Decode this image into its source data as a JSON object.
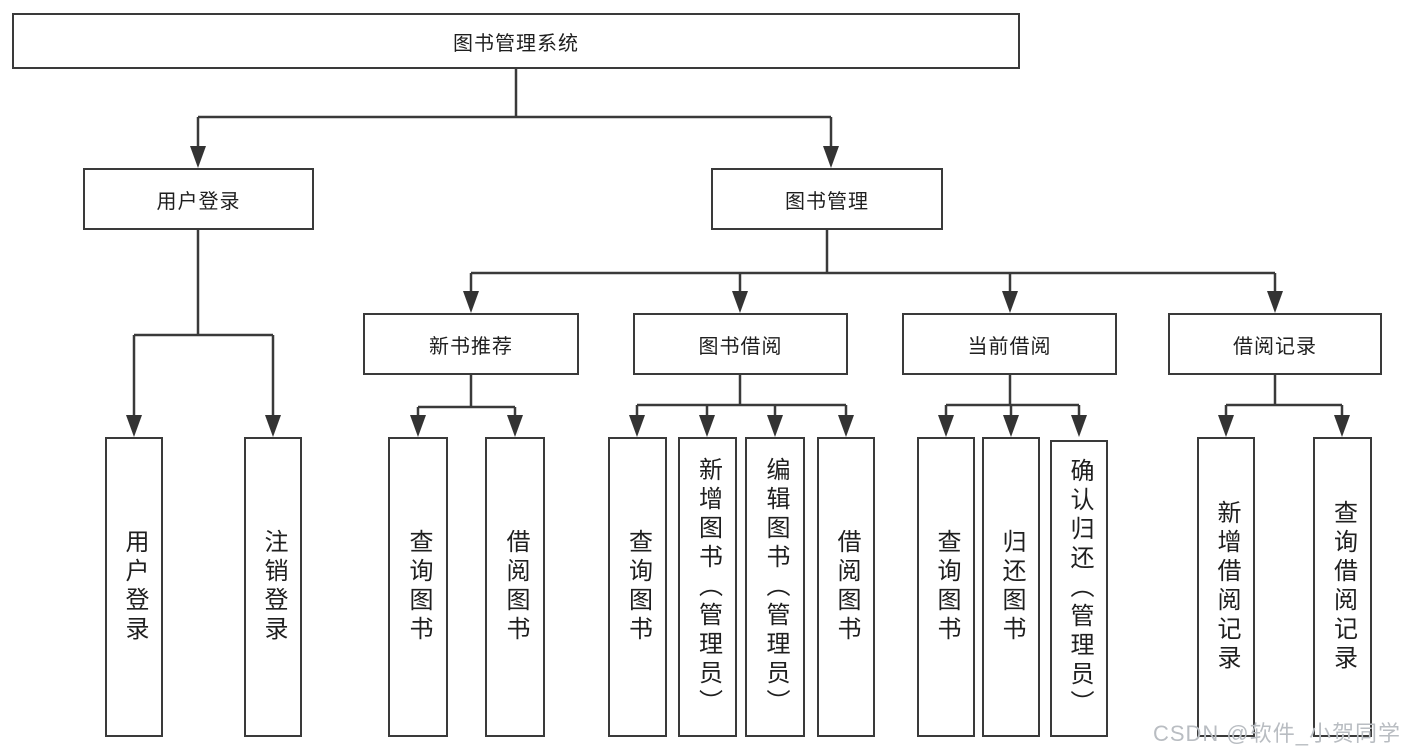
{
  "nodes": {
    "root": "图书管理系统",
    "userLogin": "用户登录",
    "bookMgmt": "图书管理",
    "newBook": "新书推荐",
    "bookBorrow": "图书借阅",
    "currentBorrow": "当前借阅",
    "borrowRecord": "借阅记录",
    "leafUserLogin": "用户登录",
    "leafLogout": "注销登录",
    "nbQuery": "查询图书",
    "nbBorrow": "借阅图书",
    "bbQuery": "查询图书",
    "bbAdd": "新增图书（管理员）",
    "bbEdit": "编辑图书（管理员）",
    "bbBorrow": "借阅图书",
    "cbQuery": "查询图书",
    "cbReturn": "归还图书",
    "cbConfirm": "确认归还（管理员）",
    "brAdd": "新增借阅记录",
    "brQuery": "查询借阅记录"
  },
  "watermark": {
    "text": "CSDN @软件_小贺同学"
  },
  "colors": {
    "line": "#3a3a3a",
    "text": "#1f1f1f",
    "watermark": "#b9bdc2",
    "background": "#ffffff"
  }
}
